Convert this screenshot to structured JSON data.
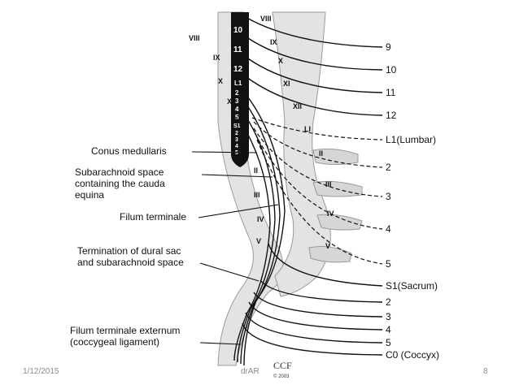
{
  "slide": {
    "date": "1/12/2015",
    "author": "drAR",
    "page_number": "8"
  },
  "watermark": {
    "logo_text": "CCF",
    "copyright": "© 2003"
  },
  "thoracic_vertebrae_labels": [
    "VIII",
    "IX",
    "X",
    "XI",
    "XII"
  ],
  "lumbar_vertebrae_labels": [
    "LI",
    "II",
    "III",
    "IV",
    "V"
  ],
  "upper_right_labels": [
    "VIII",
    "IX",
    "X",
    "XI",
    "XII",
    "LI",
    "II",
    "III",
    "IV",
    "V"
  ],
  "cord_segment_labels": [
    "10",
    "11",
    "12",
    "L1",
    "2",
    "3",
    "4",
    "5",
    "S1",
    "2",
    "3",
    "4",
    "5"
  ],
  "nerve_root_labels": [
    "9",
    "10",
    "11",
    "12",
    "L1(Lumbar)",
    "2",
    "3",
    "4",
    "5",
    "S1(Sacrum)",
    "2",
    "3",
    "4",
    "5",
    "C0 (Coccyx)"
  ],
  "structure_labels": {
    "conus_medullaris": "Conus medullaris",
    "subarachnoid_line1": "Subarachnoid space",
    "subarachnoid_line2": "containing the cauda",
    "subarachnoid_line3": "equina",
    "filum_terminale": "Filum terminale",
    "dural_sac_line1": "Termination of dural sac",
    "dural_sac_line2": "and subarachnoid space",
    "filum_externum_line1": "Filum terminale externum",
    "filum_externum_line2": "(coccygeal ligament)"
  },
  "colors": {
    "ink": "#111111",
    "bone_fill": "#e3e3e3",
    "cord_fill": "#111111",
    "footer_text": "#8a8a8a"
  }
}
